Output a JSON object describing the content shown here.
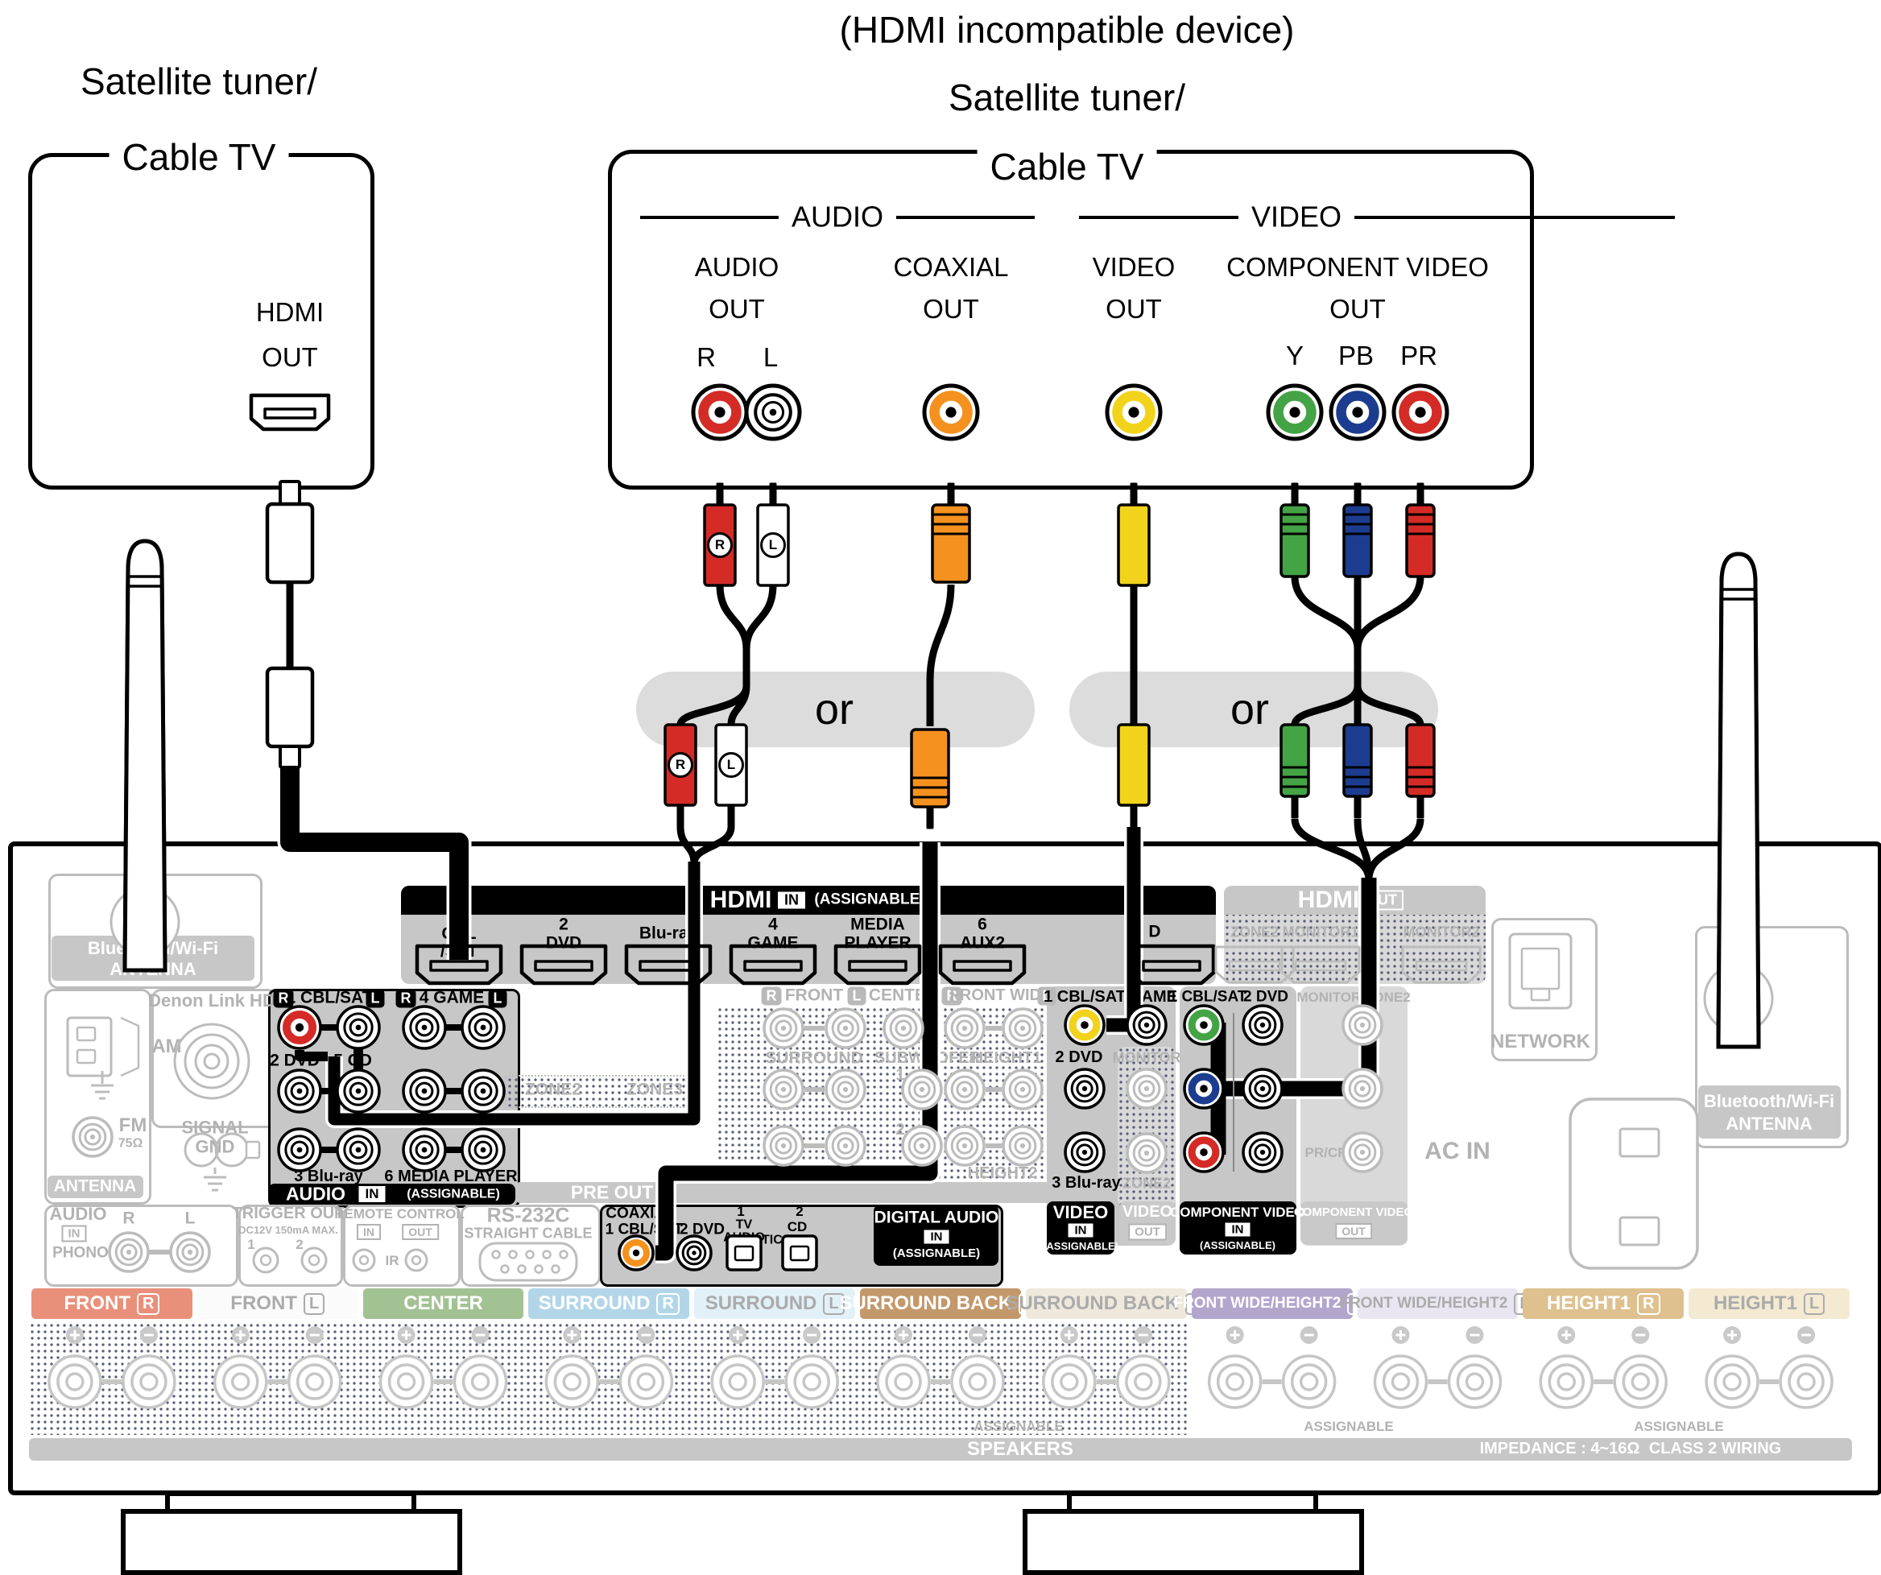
{
  "colors": {
    "red": "#d42b26",
    "white_jack": "#ffffff",
    "orange": "#f5911e",
    "yellow": "#f2d31b",
    "green": "#44a345",
    "blue": "#1c3d8f",
    "faded": "#bcbcbc",
    "panel": "#c7c7c7",
    "pill": "#dcdcdc"
  },
  "top": {
    "left_device": {
      "t1": "Satellite tuner/",
      "t2": "Cable TV",
      "hdmi": "HDMI",
      "out": "OUT"
    },
    "mid_device": {
      "note": "(HDMI incompatible device)",
      "t1": "Satellite tuner/",
      "t2": "Cable TV",
      "group_audio": "AUDIO",
      "group_video": "VIDEO",
      "ao1": "AUDIO",
      "ao2": "OUT",
      "co1": "COAXIAL",
      "co2": "OUT",
      "vo1": "VIDEO",
      "vo2": "OUT",
      "cv1": "COMPONENT VIDEO",
      "cv2": "OUT",
      "r": "R",
      "l": "L",
      "y": "Y",
      "pb": "PB",
      "pr": "PR"
    },
    "or1": "or",
    "or2": "or",
    "plug_r": "R",
    "plug_l": "L"
  },
  "rx": {
    "hdmi_in": {
      "t": "HDMI",
      "in": "IN",
      "asg": "(ASSIGNABLE)",
      "ports": [
        "1\nCBL\n/SAT",
        "2\nDVD",
        "Blu-ray",
        "4\nGAME",
        "MEDIA\nPLAYER",
        "6\nAUX2",
        "D"
      ]
    },
    "hdmi_out": {
      "t": "HDMI",
      "out": "OUT",
      "ports": [
        "ZONE2",
        "MONITOR1",
        "MONITOR2"
      ]
    },
    "network": "NETWORK",
    "bt1": "Bluetooth/Wi-Fi",
    "bt2": "ANTENNA",
    "denon": "Denon Link HD",
    "am": "AM",
    "fm": "FM",
    "ohm": "75Ω",
    "sg": "SIGNAL\nGND",
    "ant": "ANTENNA",
    "audio": {
      "h1a": "R",
      "h1b": "1 CBL/SAT",
      "h1c": "L",
      "h2a": "R",
      "h2b": "4 GAME",
      "h2c": "L",
      "r2a": "2 DVD",
      "r2b": "5 CD",
      "r3a": "3 Blu-ray",
      "r3b": "6 MEDIA PLAYER",
      "tab": "AUDIO",
      "in": "IN",
      "asg": "(ASSIGNABLE)"
    },
    "zones": [
      "ZONE2",
      "ZONE3"
    ],
    "pre": {
      "r": "R",
      "l": "L",
      "front": "FRONT",
      "center": "CENTER",
      "fw": "FRONT WIDE",
      "sur": "SURROUND",
      "sub": "SUBWOOFER",
      "h1": "HEIGHT1",
      "n1": "1",
      "n2": "2",
      "sb": "SURROUND BACK",
      "h2": "HEIGHT2",
      "bar": "PRE OUT"
    },
    "vin": {
      "h1": "1 CBL/SAT",
      "h2": "GAME",
      "r2": "2 DVD",
      "r3": "3 Blu-ray",
      "tab": "VIDEO",
      "in": "IN",
      "asg": "(ASSIGNABLE)"
    },
    "vout": {
      "mon": "MONITOR",
      "z2": "ZONE2",
      "tab": "VIDEO",
      "out": "OUT"
    },
    "cin": {
      "h1": "1 CBL/SAT",
      "h2": "2 DVD",
      "tab": "COMPONENT VIDEO",
      "in": "IN",
      "asg": "(ASSIGNABLE)"
    },
    "cout": {
      "h": "MONITOR/ZONE2",
      "pr": "PR/CR",
      "tab": "COMPONENT VIDEO",
      "out": "OUT"
    },
    "dig": {
      "coax": "COAXIAL",
      "c1": "1 CBL/SAT",
      "c2": "2 DVD",
      "n1": "1",
      "tv": "TV",
      "au": "AUDIO",
      "opt": "OPTICAL",
      "n2": "2",
      "cd": "CD",
      "tab": "DIGITAL AUDIO",
      "in": "IN",
      "asg": "(ASSIGNABLE)"
    },
    "ph": {
      "audio": "AUDIO",
      "in": "IN",
      "r": "R",
      "l": "L",
      "phono": "PHONO"
    },
    "trg": {
      "t": "TRIGGER OUT",
      "sub": "DC12V 150mA MAX.",
      "n1": "1",
      "n2": "2"
    },
    "rem": {
      "t": "REMOTE CONTROL",
      "in": "IN",
      "out": "OUT",
      "ir": "IR"
    },
    "rs": {
      "t": "RS-232C",
      "sub": "STRAIGHT CABLE"
    },
    "ac": "AC IN",
    "spk": {
      "chips": [
        {
          "label": "FRONT",
          "rl": "R",
          "bg": "#e9907b",
          "fg": "#ffffff"
        },
        {
          "label": "FRONT",
          "rl": "L",
          "bg": "#fbfbfb",
          "fg": "#ababab"
        },
        {
          "label": "CENTER",
          "rl": "",
          "bg": "#a2c294",
          "fg": "#ffffff"
        },
        {
          "label": "SURROUND",
          "rl": "R",
          "bg": "#b2d6e8",
          "fg": "#ffffff"
        },
        {
          "label": "SURROUND",
          "rl": "L",
          "bg": "#e2f0f7",
          "fg": "#ababab"
        },
        {
          "label": "SURROUND BACK",
          "rl": "R",
          "bg": "#c3986b",
          "fg": "#ffffff"
        },
        {
          "label": "SURROUND BACK",
          "rl": "L",
          "bg": "#efe9dd",
          "fg": "#ababab"
        },
        {
          "label": "FRONT WIDE/HEIGHT2",
          "rl": "R",
          "bg": "#b2a6cd",
          "fg": "#ffffff"
        },
        {
          "label": "FRONT WIDE/HEIGHT2",
          "rl": "L",
          "bg": "#e9e6f2",
          "fg": "#ababab"
        },
        {
          "label": "HEIGHT1",
          "rl": "R",
          "bg": "#dfc18f",
          "fg": "#ffffff"
        },
        {
          "label": "HEIGHT1",
          "rl": "L",
          "bg": "#f4ead1",
          "fg": "#ababab"
        }
      ],
      "asg": "ASSIGNABLE",
      "bar": "SPEAKERS",
      "imp": "IMPEDANCE : 4~16Ω",
      "cls": "CLASS 2 WIRING"
    }
  }
}
